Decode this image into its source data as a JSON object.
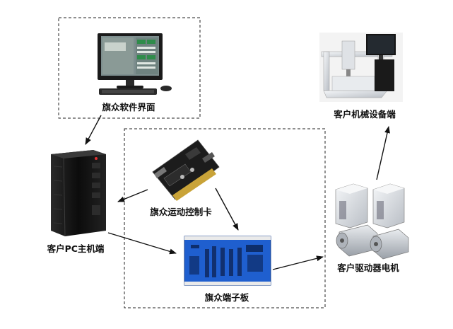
{
  "labels": {
    "software_ui": "旗众软件界面",
    "customer_equipment": "客户机械设备端",
    "motion_control_card": "旗众运动控制卡",
    "customer_pc": "客户PC主机端",
    "terminal_board": "旗众端子板",
    "customer_drive_motor": "客户驱动器电机"
  },
  "colors": {
    "arrow": "#111111",
    "dashed_border": "#222222",
    "pcb_green": "#1c1c1c",
    "terminal_board_blue": "#1f5fcf",
    "pc_body": "#121212",
    "motor_silver": "#d9dde2"
  },
  "icons": {
    "monitor": "desktop-computer-icon",
    "machine": "dispensing-robot-icon",
    "pc": "industrial-pc-icon",
    "card": "motion-control-card-icon",
    "board": "terminal-board-icon",
    "motor": "servo-drive-motor-icon"
  }
}
